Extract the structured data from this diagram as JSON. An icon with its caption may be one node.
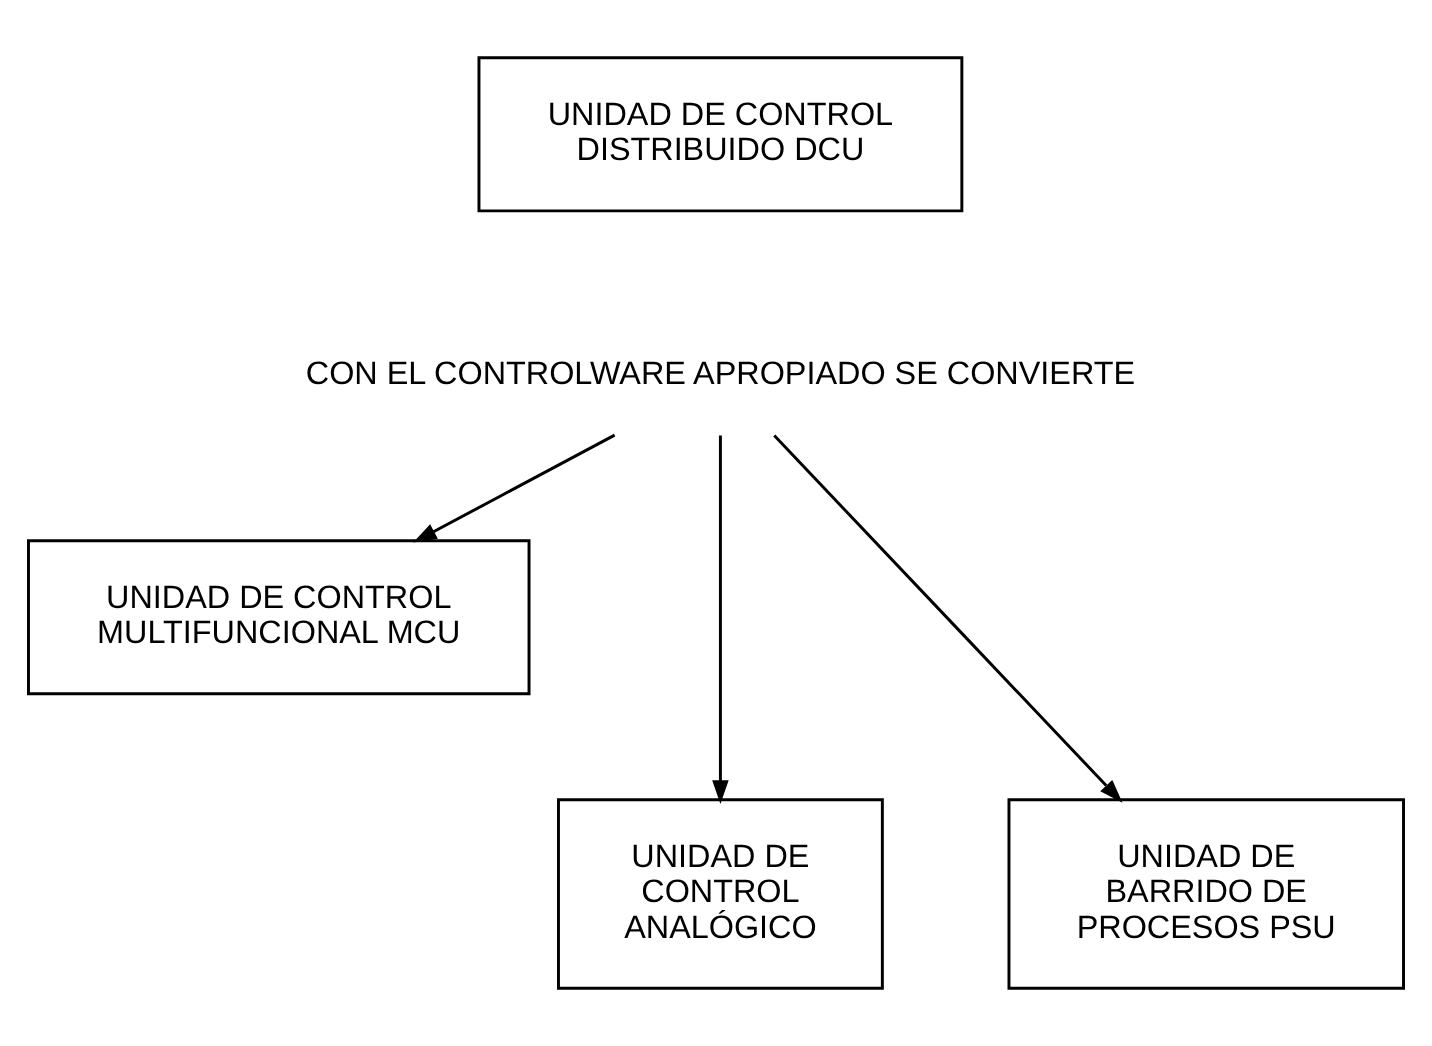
{
  "diagram": {
    "nodes": [
      {
        "text": [
          "UNIDAD DE CONTROL DISTRIBUIDO DCU"
        ]
      },
      {
        "text": [
          "CON EL CONTROLWARE APROPIADO SE CONVIERTE"
        ]
      },
      {
        "text": [
          "UNIDAD DE CONTROL MULTIFUNCIONAL MCU"
        ]
      },
      {
        "text": [
          "UNIDAD DE CONTROL ANALÓGICO"
        ]
      },
      {
        "text": [
          "UNIDAD DE BARRIDO DE PROCESOS PSU"
        ]
      }
    ],
    "edges": [
      {
        "from": 1,
        "to": 3,
        "arrow": "to"
      },
      {
        "from": 1,
        "to": 2,
        "arrow": "to"
      },
      {
        "from": 1,
        "to": 4,
        "arrow": "to"
      }
    ]
  }
}
